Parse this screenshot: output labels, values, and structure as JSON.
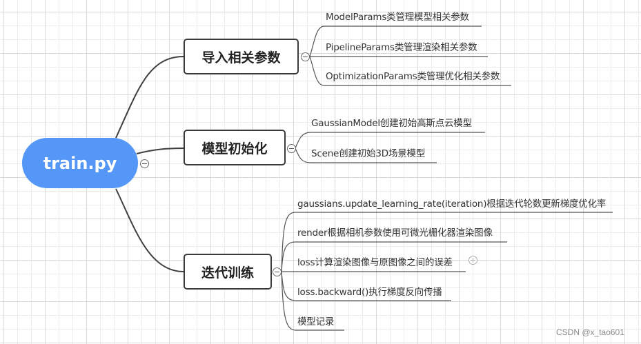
{
  "root": {
    "label": "train.py",
    "color": "#5597f6"
  },
  "branches": [
    {
      "label": "导入相关参数",
      "children": [
        "ModelParams类管理模型相关参数",
        "PipelineParams类管理渲染相关参数",
        "OptimizationParams类管理优化相关参数"
      ]
    },
    {
      "label": "模型初始化",
      "children": [
        "GaussianModel创建初始高斯点云模型",
        "Scene创建初始3D场景模型"
      ]
    },
    {
      "label": "迭代训练",
      "children": [
        "gaussians.update_learning_rate(iteration)根据迭代轮数更新梯度优化率",
        "render根据相机参数使用可微光栅化器渲染图像",
        "loss计算渲染图像与原图像之间的误差",
        "loss.backward()执行梯度反向传播",
        "模型记录"
      ]
    }
  ],
  "watermark": "CSDN @x_tao601"
}
